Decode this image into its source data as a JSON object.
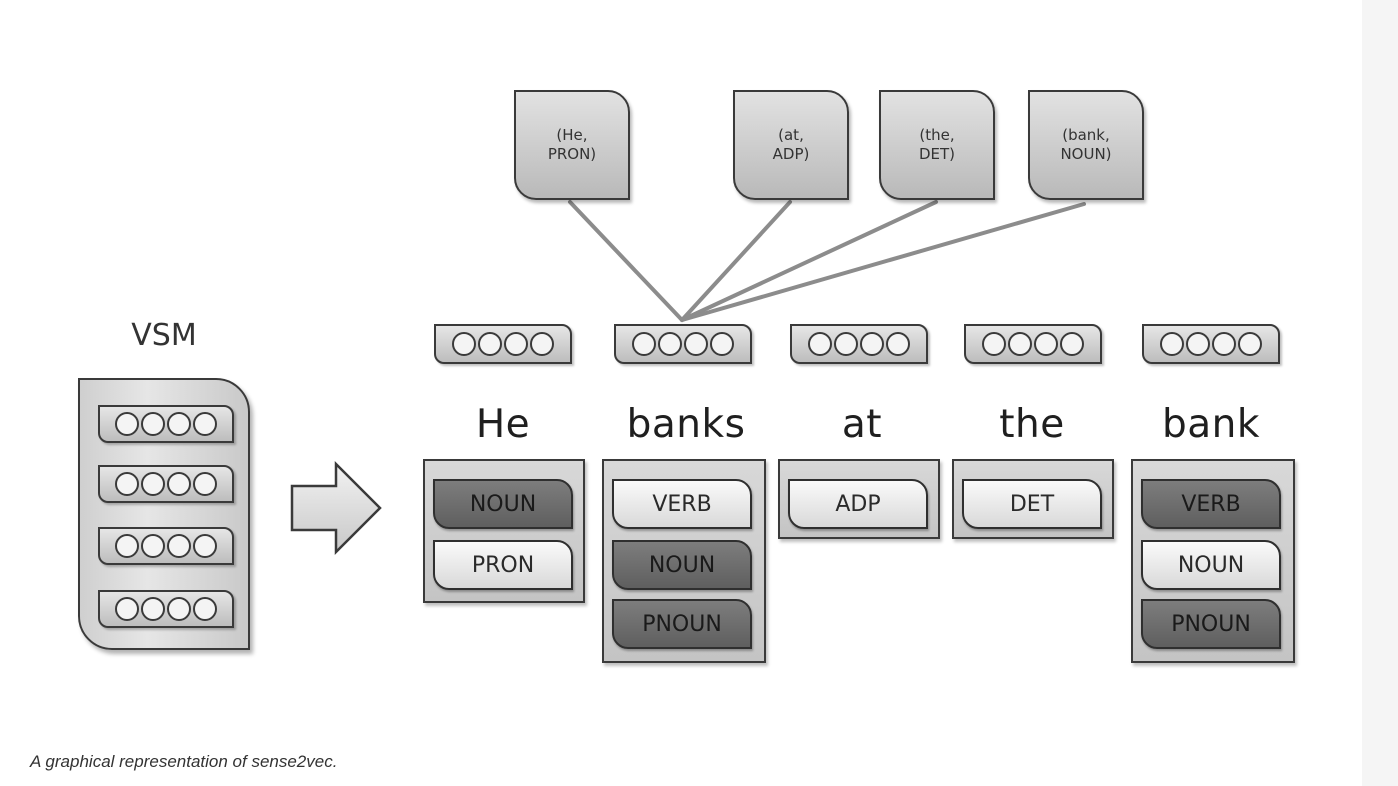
{
  "diagram": {
    "vsm_label": "VSM",
    "concepts": [
      "(He,\nPRON)",
      "(at,\nADP)",
      "(the,\nDET)",
      "(bank,\nNOUN)"
    ],
    "words": [
      {
        "text": "He",
        "tags": [
          {
            "label": "NOUN",
            "shade": "dark"
          },
          {
            "label": "PRON",
            "shade": "light"
          }
        ]
      },
      {
        "text": "banks",
        "tags": [
          {
            "label": "VERB",
            "shade": "light"
          },
          {
            "label": "NOUN",
            "shade": "dark"
          },
          {
            "label": "PNOUN",
            "shade": "dark"
          }
        ]
      },
      {
        "text": "at",
        "tags": [
          {
            "label": "ADP",
            "shade": "light"
          }
        ]
      },
      {
        "text": "the",
        "tags": [
          {
            "label": "DET",
            "shade": "light"
          }
        ]
      },
      {
        "text": "bank",
        "tags": [
          {
            "label": "VERB",
            "shade": "dark"
          },
          {
            "label": "NOUN",
            "shade": "light"
          },
          {
            "label": "PNOUN",
            "shade": "dark"
          }
        ]
      }
    ],
    "colors": {
      "dark_tag": "#6e6e6e",
      "light_tag": "#ececec",
      "outline": "#3a3a3a",
      "connector": "#8c8c8c"
    }
  },
  "caption": "A graphical representation of sense2vec."
}
